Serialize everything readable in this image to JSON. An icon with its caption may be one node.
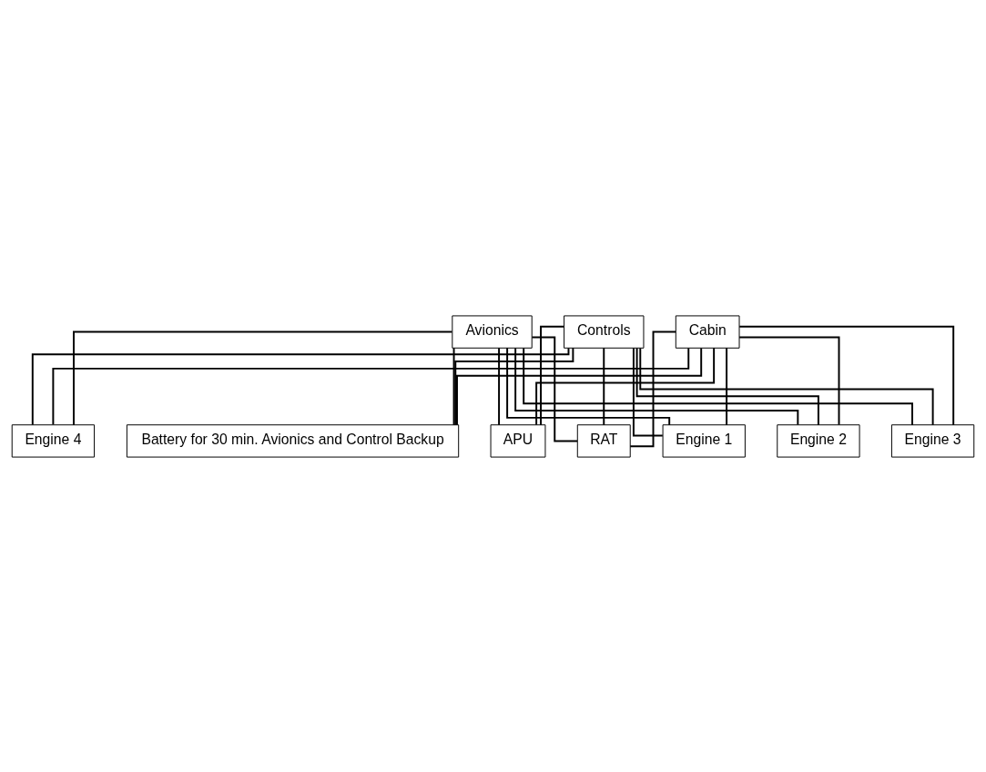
{
  "diagram": {
    "nodes": [
      {
        "text": [
          "Avionics"
        ]
      },
      {
        "text": [
          "Controls"
        ]
      },
      {
        "text": [
          "Cabin"
        ]
      },
      {
        "text": [
          "Battery for 30 min. Avionics and Control Backup"
        ]
      },
      {
        "text": [
          "APU"
        ]
      },
      {
        "text": [
          "RAT"
        ]
      },
      {
        "text": [
          "Engine 1"
        ]
      },
      {
        "text": [
          "Engine 2"
        ]
      },
      {
        "text": [
          "Engine 3"
        ]
      },
      {
        "text": [
          "Engine 4"
        ]
      }
    ],
    "edges": [
      {
        "from": 3,
        "to": 0,
        "arrow": "none"
      },
      {
        "from": 3,
        "to": 1,
        "arrow": "none"
      },
      {
        "from": 3,
        "to": 2,
        "arrow": "none"
      },
      {
        "from": 4,
        "to": 0,
        "arrow": "none"
      },
      {
        "from": 4,
        "to": 1,
        "arrow": "none"
      },
      {
        "from": 4,
        "to": 2,
        "arrow": "none"
      },
      {
        "from": 5,
        "to": 0,
        "arrow": "none"
      },
      {
        "from": 5,
        "to": 1,
        "arrow": "none"
      },
      {
        "from": 5,
        "to": 2,
        "arrow": "none"
      },
      {
        "from": 6,
        "to": 0,
        "arrow": "none"
      },
      {
        "from": 6,
        "to": 1,
        "arrow": "none"
      },
      {
        "from": 6,
        "to": 2,
        "arrow": "none"
      },
      {
        "from": 7,
        "to": 0,
        "arrow": "none"
      },
      {
        "from": 7,
        "to": 1,
        "arrow": "none"
      },
      {
        "from": 7,
        "to": 2,
        "arrow": "none"
      },
      {
        "from": 8,
        "to": 0,
        "arrow": "none"
      },
      {
        "from": 8,
        "to": 1,
        "arrow": "none"
      },
      {
        "from": 8,
        "to": 2,
        "arrow": "none"
      },
      {
        "from": 9,
        "to": 0,
        "arrow": "none"
      },
      {
        "from": 9,
        "to": 1,
        "arrow": "none"
      },
      {
        "from": 9,
        "to": 2,
        "arrow": "none"
      }
    ]
  }
}
